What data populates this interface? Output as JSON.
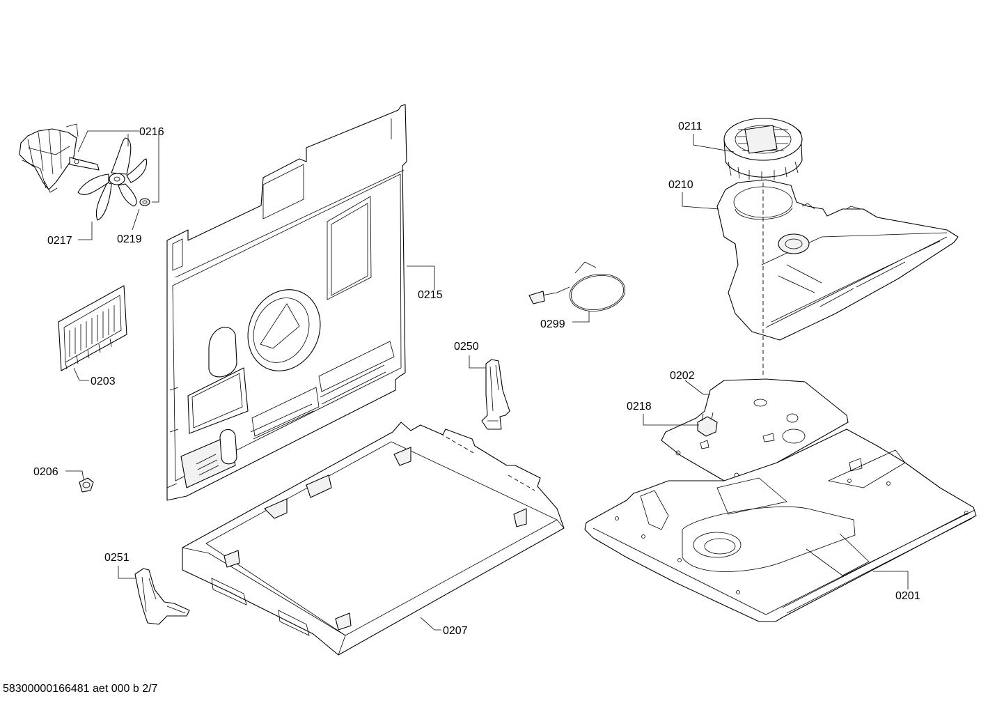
{
  "labels": {
    "p0201": "0201",
    "p0202": "0202",
    "p0203": "0203",
    "p0206": "0206",
    "p0207": "0207",
    "p0210": "0210",
    "p0211": "0211",
    "p0215": "0215",
    "p0216": "0216",
    "p0217": "0217",
    "p0218": "0218",
    "p0219": "0219",
    "p0250": "0250",
    "p0251": "0251",
    "p0299": "0299"
  },
  "footer": "58300000166481 aet 000 b 2/7"
}
